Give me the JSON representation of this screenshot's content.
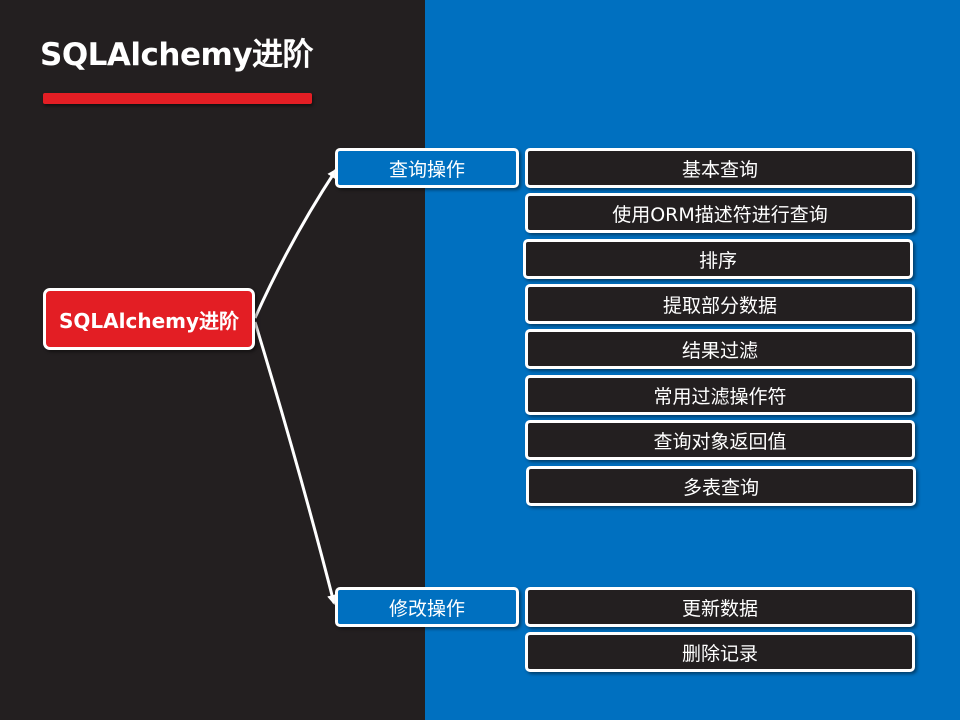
{
  "title": "SQLAlchemy进阶",
  "colors": {
    "dark": "#231f20",
    "blue": "#0070c0",
    "red": "#e31e24",
    "white": "#ffffff"
  },
  "root": {
    "label": "SQLAlchemy进阶"
  },
  "categories": [
    {
      "label": "查询操作",
      "items": [
        "基本查询",
        "使用ORM描述符进行查询",
        "排序",
        "提取部分数据",
        "结果过滤",
        "常用过滤操作符",
        "查询对象返回值",
        "多表查询"
      ]
    },
    {
      "label": "修改操作",
      "items": [
        "更新数据",
        "删除记录"
      ]
    }
  ]
}
